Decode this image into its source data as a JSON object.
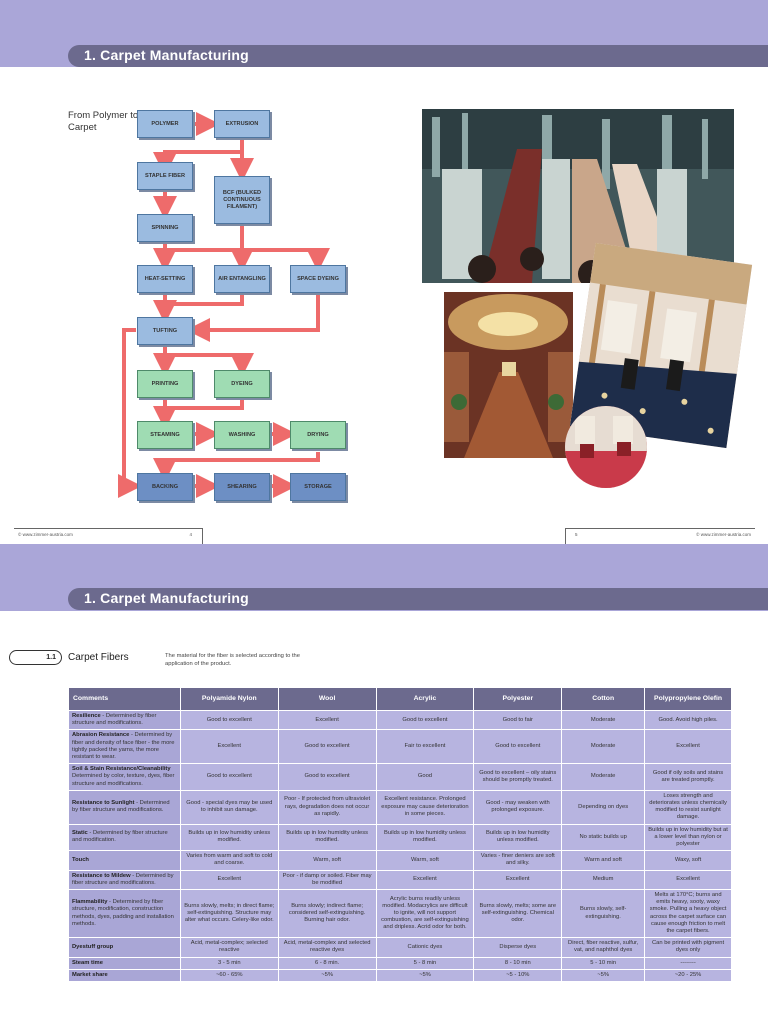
{
  "page_top": {
    "title": "1. Carpet Manufacturing",
    "flow_label": "From Polymer to Carpet",
    "flow": {
      "polymer": "POLYMER",
      "extrusion": "EXTRUSION",
      "staple_fiber": "STAPLE FIBER",
      "bcf": "BCF (BULKED CONTINUOUS FILAMENT)",
      "spinning": "SPINNING",
      "heat_setting": "HEAT-SETTING",
      "air_entangling": "AIR ENTANGLING",
      "space_dyeing": "SPACE DYEING",
      "tufting": "TUFTING",
      "printing": "PRINTING",
      "dyeing": "DYEING",
      "steaming": "STEAMING",
      "washing": "WASHING",
      "drying": "DRYING",
      "backing": "BACKING",
      "shearing": "SHEARING",
      "storage": "STORAGE"
    },
    "footer_left_url": "© www.zimmer-austria.com",
    "footer_left_page": "4",
    "footer_right_page": "5",
    "footer_right_url": "© www.zimmer-austria.com"
  },
  "page_bottom": {
    "title": "1. Carpet Manufacturing",
    "section_number": "1.1",
    "section_title": "Carpet Fibers",
    "section_desc": "The material for the fiber is selected according to the application of the product.",
    "table": {
      "headers": [
        "Comments",
        "Polyamide Nylon",
        "Wool",
        "Acrylic",
        "Polyester",
        "Cotton",
        "Polypropylene Olefin"
      ],
      "rows": [
        {
          "title": "Resilience",
          "desc": " - Determined by fiber structure and modifications.",
          "cells": [
            "Good to excellent",
            "Excellent",
            "Good to excellent",
            "Good to fair",
            "Moderate",
            "Good. Avoid high piles."
          ]
        },
        {
          "title": "Abrasion Resistance",
          "desc": " - Determined by fiber and density of face fiber - the more tightly packed the yarns, the more resistant to wear.",
          "cells": [
            "Excellent",
            "Good to excellent",
            "Fair to excellent",
            "Good to excellent",
            "Moderate",
            "Excellent"
          ]
        },
        {
          "title": "Soil & Stain Resistance/Cleanability",
          "desc": " Determined by color, texture, dyes, fiber structure and modifications.",
          "cells": [
            "Good to excellent",
            "Good to excellent",
            "Good",
            "Good to excellent – oily stains should be promptly treated.",
            "Moderate",
            "Good if oily soils and stains are treated promptly."
          ]
        },
        {
          "title": "Resistance to Sunlight",
          "desc": " - Determined by fiber structure and modifications.",
          "cells": [
            "Good - special dyes may be used to inhibit sun damage.",
            "Poor - If protected from ultraviolet rays, degradation does not occur as rapidly.",
            "Excellent resistance. Prolonged exposure may cause deterioration in some pieces.",
            "Good - may weaken with prolonged exposure.",
            "Depending on dyes",
            "Loses strength and deteriorates unless chemically modified to resist sunlight damage."
          ]
        },
        {
          "title": "Static",
          "desc": " - Determined by fiber structure and modification.",
          "cells": [
            "Builds up in low humidity unless modified.",
            "Builds up in low humidity unless modified.",
            "Builds up in low humidity unless modified.",
            "Builds up in low humidity unless modified.",
            "No static builds up",
            "Builds up in low humidity but at a lower level than nylon or polyester"
          ]
        },
        {
          "title": "Touch",
          "desc": "",
          "cells": [
            "Varies from warm and soft to cold and coarse.",
            "Warm, soft",
            "Warm, soft",
            "Varies - finer deniers are soft and silky.",
            "Warm and soft",
            "Waxy, soft"
          ]
        },
        {
          "title": "Resistance to Mildew",
          "desc": " - Determined by fiber structure and modifications.",
          "cells": [
            "Excellent",
            "Poor - if damp or soiled. Fiber may be modified",
            "Excellent",
            "Excellent",
            "Medium",
            "Excellent"
          ]
        },
        {
          "title": "Flammability",
          "desc": " - Determined by fiber structure, modification, construction methods, dyes, padding and installation methods.",
          "cells": [
            "Burns slowly, melts; in direct flame; self-extinguishing. Structure may alter what occurs. Celery-like odor.",
            "Burns slowly; indirect flame; considered self-extinguishing. Burning hair odor.",
            "Acrylic burns readily unless modified. Modacrylics are difficult to ignite, will not support combustion, are self-extinguishing and dripless. Acrid odor for both.",
            "Burns slowly, melts; some are self-extinguishing. Chemical odor.",
            "Burns slowly, self-extinguishing.",
            "Melts at 170°C; burns and emits heavy, sooty, waxy smoke. Pulling a heavy object across the carpet surface can cause enough friction to melt the carpet fibers."
          ]
        },
        {
          "title": "Dyestuff group",
          "desc": "",
          "cells": [
            "Acid, metal-complex; selected reactive",
            "Acid, metal-complex and selected reactive dyes",
            "Cationic dyes",
            "Disperse dyes",
            "Direct, fiber reactive, sulfur, vat, and naphthol dyes",
            "Can be printed with pigment dyes only"
          ]
        },
        {
          "title": "Steam time",
          "desc": "",
          "cells": [
            "3 - 5 min",
            "6 - 8 min.",
            "5 - 8 min",
            "8 - 10 min",
            "5 - 10 min",
            "--------"
          ]
        },
        {
          "title": "Market share",
          "desc": "",
          "cells": [
            "~60 - 65%",
            "~5%",
            "~5%",
            "~5 - 10%",
            "~5%",
            "~20 - 25%"
          ]
        }
      ]
    }
  },
  "colors": {
    "band": "#aaa6d8",
    "title_bar": "#6c6a8e",
    "arrow": "#ee6b6b",
    "box_blue": "#9bbbe0",
    "box_green": "#9fdcb3",
    "table_cell": "#b7b4e0"
  }
}
